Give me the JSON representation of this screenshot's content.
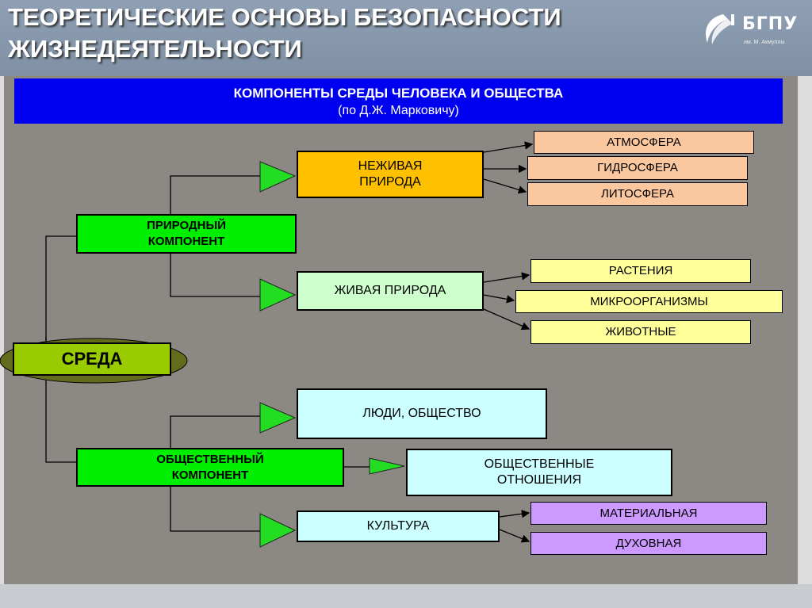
{
  "header": {
    "title_line1": "ТЕОРЕТИЧЕСКИЕ ОСНОВЫ БЕЗОПАСНОСТИ",
    "title_line2": "ЖИЗНЕДЕЯТЕЛЬНОСТИ",
    "logo_text": "БГПУ",
    "logo_sub": "им. М. Акмуллы"
  },
  "banner": {
    "title": "КОМПОНЕНТЫ СРЕДЫ ЧЕЛОВЕКА И ОБЩЕСТВА",
    "subtitle": "(по Д.Ж. Марковичу)"
  },
  "nodes": {
    "sreda": "СРЕДА",
    "natural": "ПРИРОДНЫЙ КОМПОНЕНТ",
    "social": "ОБЩЕСТВЕННЫЙ КОМПОНЕНТ",
    "nonliving": "НЕЖИВАЯ ПРИРОДА",
    "living": "ЖИВАЯ ПРИРОДА",
    "people": "ЛЮДИ, ОБЩЕСТВО",
    "relations": "ОБЩЕСТВЕННЫЕ ОТНОШЕНИЯ",
    "culture": "КУЛЬТУРА",
    "atmosphere": "АТМОСФЕРА",
    "hydrosphere": "ГИДРОСФЕРА",
    "lithosphere": "ЛИТОСФЕРА",
    "plants": "РАСТЕНИЯ",
    "microorganisms": "МИКРООРГАНИЗМЫ",
    "animals": "ЖИВОТНЫЕ",
    "material": "МАТЕРИАЛЬНАЯ",
    "spiritual": "ДУХОВНАЯ"
  },
  "colors": {
    "header": "#8597ab",
    "banner": "#0000f0",
    "component_green": "#00ee00",
    "sreda_fill": "#99cc00",
    "nonliving": "#ffc000",
    "living": "#ccffcc",
    "spheres": "#fbc79f",
    "biota": "#ffff99",
    "social": "#ccffff",
    "culture_kinds": "#cc99ff",
    "arrow": "#22dd22"
  }
}
